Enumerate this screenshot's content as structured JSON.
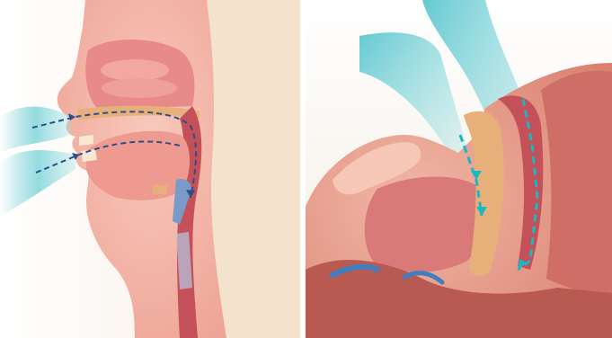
{
  "figure": {
    "panels": [
      {
        "id": "left",
        "subject": "open-upper-airway-side-view"
      },
      {
        "id": "right",
        "subject": "collapsed-airway-lying-down"
      }
    ],
    "colors": {
      "skin": "#f2b1a4",
      "tissue_pink": "#e88a8a",
      "tissue_dark": "#c4505a",
      "cartilage": "#e7b07a",
      "airflow": "#5cc7cf",
      "airflow_arrow": "#2c4f8a",
      "background_left": "#ffffff",
      "background_right": "#f3ece2"
    }
  }
}
